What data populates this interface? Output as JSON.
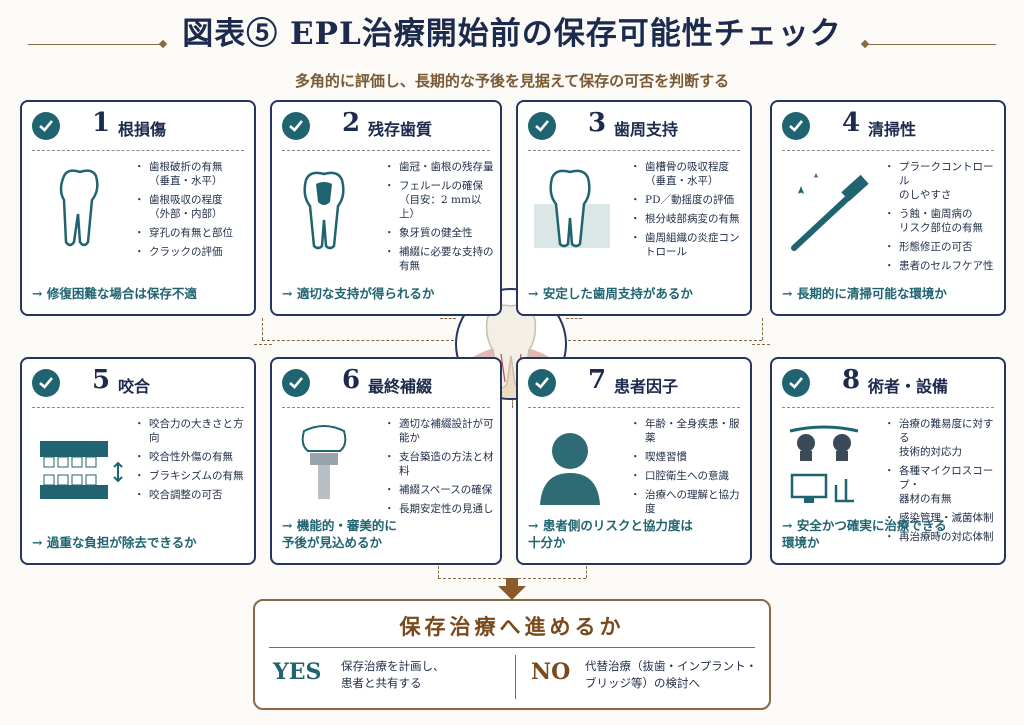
{
  "header": {
    "title": "図表⑤ EPL治療開始前の保存可能性チェック",
    "subtitle": "多角的に評価し、長期的な予後を見据えて保存の可否を判断する"
  },
  "cards": [
    {
      "num": "1",
      "title": "根損傷",
      "items": [
        "歯根破折の有無\n（垂直・水平）",
        "歯根吸収の程度\n（外部・内部）",
        "穿孔の有無と部位",
        "クラックの評価"
      ],
      "conclusion": "→ 修復困難な場合は保存不適"
    },
    {
      "num": "2",
      "title": "残存歯質",
      "items": [
        "歯冠・歯根の残存量",
        "フェルールの確保\n（目安：2 mm以上）",
        "象牙質の健全性",
        "補綴に必要な支持の有無"
      ],
      "conclusion": "→ 適切な支持が得られるか"
    },
    {
      "num": "3",
      "title": "歯周支持",
      "items": [
        "歯槽骨の吸収程度\n（垂直・水平）",
        "PD／動揺度の評価",
        "根分岐部病変の有無",
        "歯周組織の炎症コントロール"
      ],
      "conclusion": "→ 安定した歯周支持があるか"
    },
    {
      "num": "4",
      "title": "清掃性",
      "items": [
        "プラークコントロール\nのしやすさ",
        "う蝕・歯周病の\nリスク部位の有無",
        "形態修正の可否",
        "患者のセルフケア性"
      ],
      "conclusion": "→ 長期的に清掃可能な環境か"
    },
    {
      "num": "5",
      "title": "咬合",
      "items": [
        "咬合力の大きさと方向",
        "咬合性外傷の有無",
        "ブラキシズムの有無",
        "咬合調整の可否"
      ],
      "conclusion": "→ 過重な負担が除去できるか"
    },
    {
      "num": "6",
      "title": "最終補綴",
      "items": [
        "適切な補綴設計が可能か",
        "支台築造の方法と材料",
        "補綴スペースの確保",
        "長期安定性の見通し"
      ],
      "conclusion": "→ 機能的・審美的に\n予後が見込めるか"
    },
    {
      "num": "7",
      "title": "患者因子",
      "items": [
        "年齢・全身疾患・服薬",
        "喫煙習慣",
        "口腔衛生への意識",
        "治療への理解と協力度"
      ],
      "conclusion": "→ 患者側のリスクと協力度は\n十分か"
    },
    {
      "num": "8",
      "title": "術者・設備",
      "items": [
        "治療の難易度に対する\n技術的対応力",
        "各種マイクロスコープ・\n器材の有無",
        "感染管理・滅菌体制",
        "再治療時の対応体制"
      ],
      "conclusion": "→ 安全かつ確実に治療できる\n環境か"
    }
  ],
  "decision": {
    "title": "保存治療へ進めるか",
    "yes_label": "YES",
    "yes_text": "保存治療を計画し、\n患者と共有する",
    "no_label": "NO",
    "no_text": "代替治療（抜歯・インプラント・\nブリッジ等）の検討へ"
  },
  "colors": {
    "navy": "#24365f",
    "teal": "#1f6470",
    "brown": "#8a6a44"
  }
}
